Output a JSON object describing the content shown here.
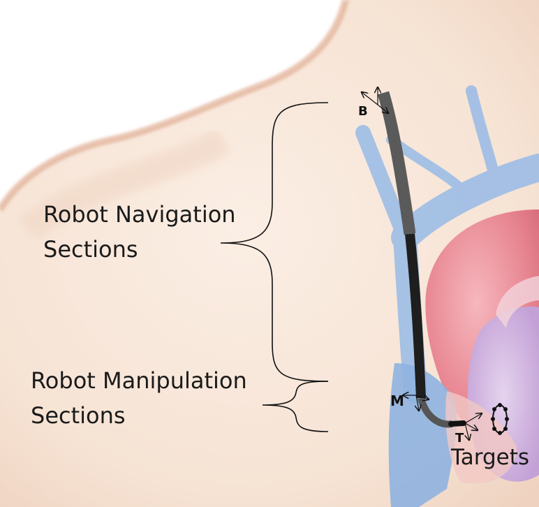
{
  "labels": {
    "navigation_line1": "Robot Navigation",
    "navigation_line2": "Sections",
    "manipulation_line1": "Robot Manipulation",
    "manipulation_line2": "Sections",
    "targets": "Targets"
  },
  "markers": {
    "base": "B",
    "middle": "M",
    "tip": "T"
  },
  "colors": {
    "skin": "#f6e4d6",
    "skin_dark": "#e8b39a",
    "vein": "#8fb2e0",
    "heart_red": "#e9828f",
    "heart_purple": "#c7a6d8",
    "robot_proximal": "#5a5a5a",
    "robot_distal": "#1e1e1e"
  }
}
